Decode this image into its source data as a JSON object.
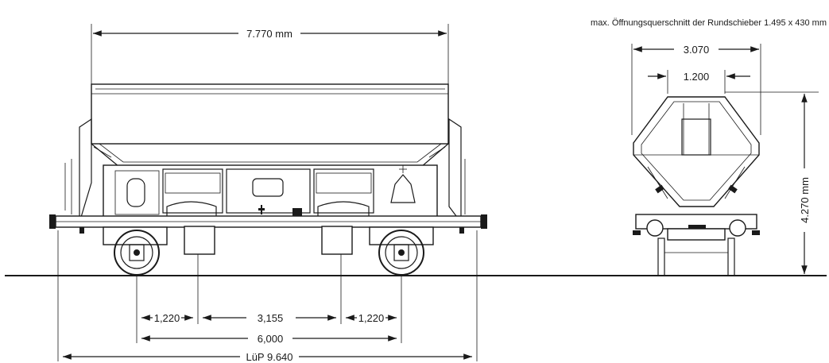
{
  "note": "max. Öffnungsquerschnitt der Rundschieber 1.495 x 430 mm",
  "side_view": {
    "top_length": "7.770 mm",
    "dim_left_axle": "1,220",
    "dim_middle": "3,155",
    "dim_right_axle": "1,220",
    "wheelbase": "6,000",
    "length_over_buffers": "LüP 9.640"
  },
  "end_view": {
    "width_outer": "3.070",
    "width_inner": "1.200",
    "height": "4.270 mm"
  }
}
